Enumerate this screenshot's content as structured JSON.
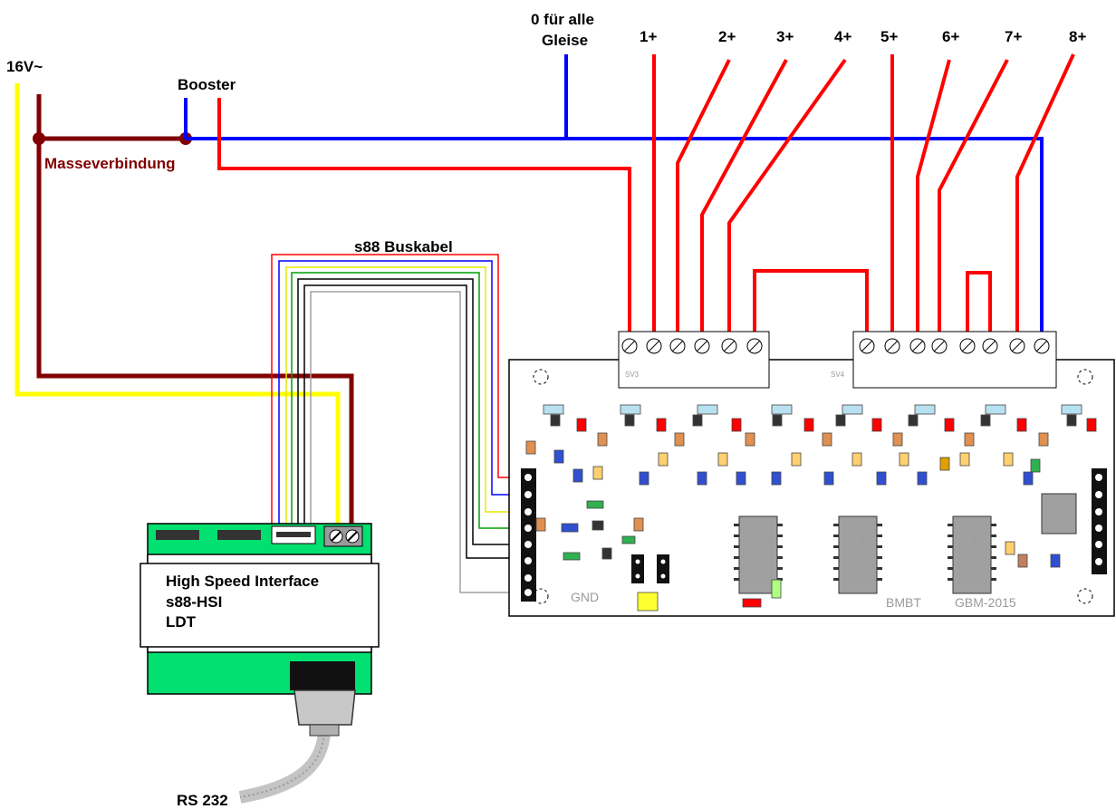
{
  "labels": {
    "supply": "16V~",
    "booster": "Booster",
    "ground_link": "Masseverbindung",
    "zero_line1": "0 für alle",
    "zero_line2": "Gleise",
    "bus_cable": "s88 Buskabel",
    "rs232": "RS 232"
  },
  "tracks": [
    "1+",
    "2+",
    "3+",
    "4+",
    "5+",
    "6+",
    "7+",
    "8+"
  ],
  "interface": {
    "line1": "High Speed Interface",
    "line2": "s88-HSI",
    "line3": "LDT"
  },
  "board": {
    "maker": "BMBT",
    "model": "GBM-2015",
    "gnd": "GND"
  },
  "colors": {
    "red": "#ff0000",
    "blue": "#0000ff",
    "brown": "#800000",
    "yellow": "#ffff00",
    "green": "#00d060",
    "pcb": "#ffffff"
  }
}
